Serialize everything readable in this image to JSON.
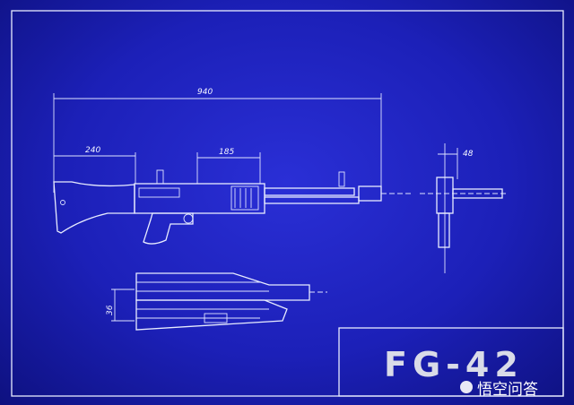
{
  "drawing": {
    "title": "FG-42",
    "dimensions": {
      "overall_length": "940",
      "stock_length": "240",
      "receiver_length": "185",
      "front_width": "48",
      "section_height": "36"
    }
  },
  "watermark": {
    "text": "悟空问答"
  },
  "colors": {
    "background": "#1c20b8",
    "lines": "#e8ecff"
  }
}
